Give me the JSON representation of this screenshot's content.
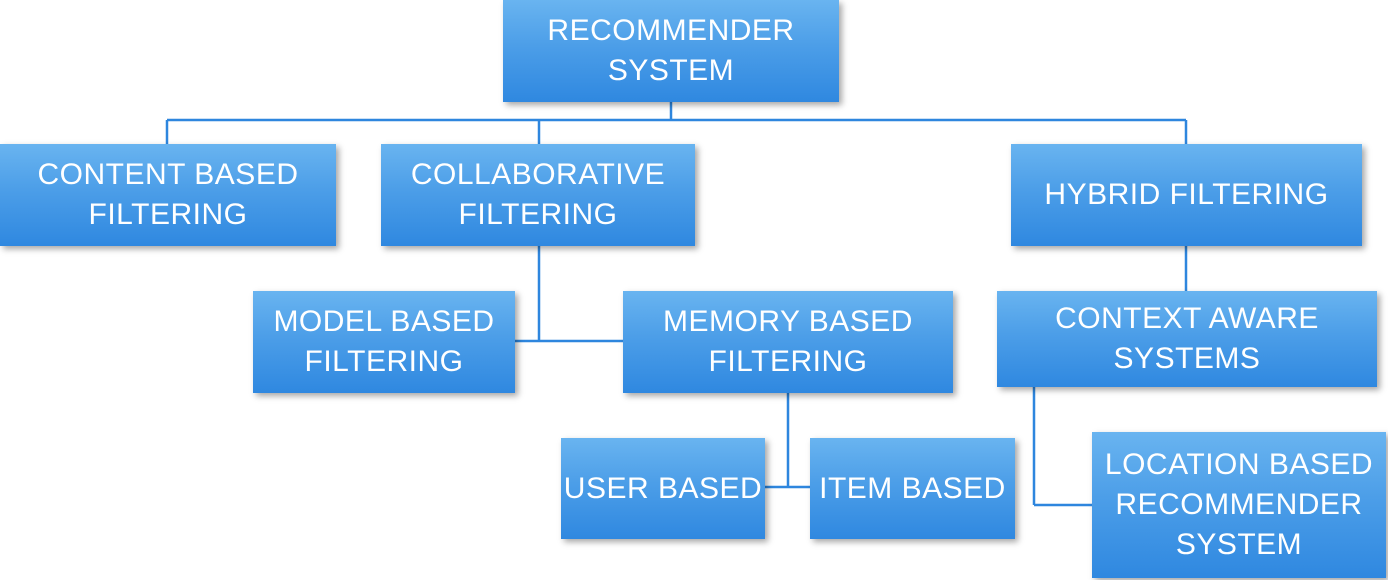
{
  "nodes": {
    "root": "RECOMMENDER\nSYSTEM",
    "content_based": "CONTENT BASED\nFILTERING",
    "collaborative": "COLLABORATIVE\nFILTERING",
    "hybrid": "HYBRID FILTERING",
    "model_based": "MODEL BASED\nFILTERING",
    "memory_based": "MEMORY BASED\nFILTERING",
    "context_aware": "CONTEXT AWARE\nSYSTEMS",
    "user_based": "USER BASED",
    "item_based": "ITEM BASED",
    "location_based": "LOCATION BASED\nRECOMMENDER\nSYSTEM"
  },
  "colors": {
    "node_fill": "#4c9ee8",
    "node_text": "#ffffff",
    "connector": "#2e86de"
  }
}
